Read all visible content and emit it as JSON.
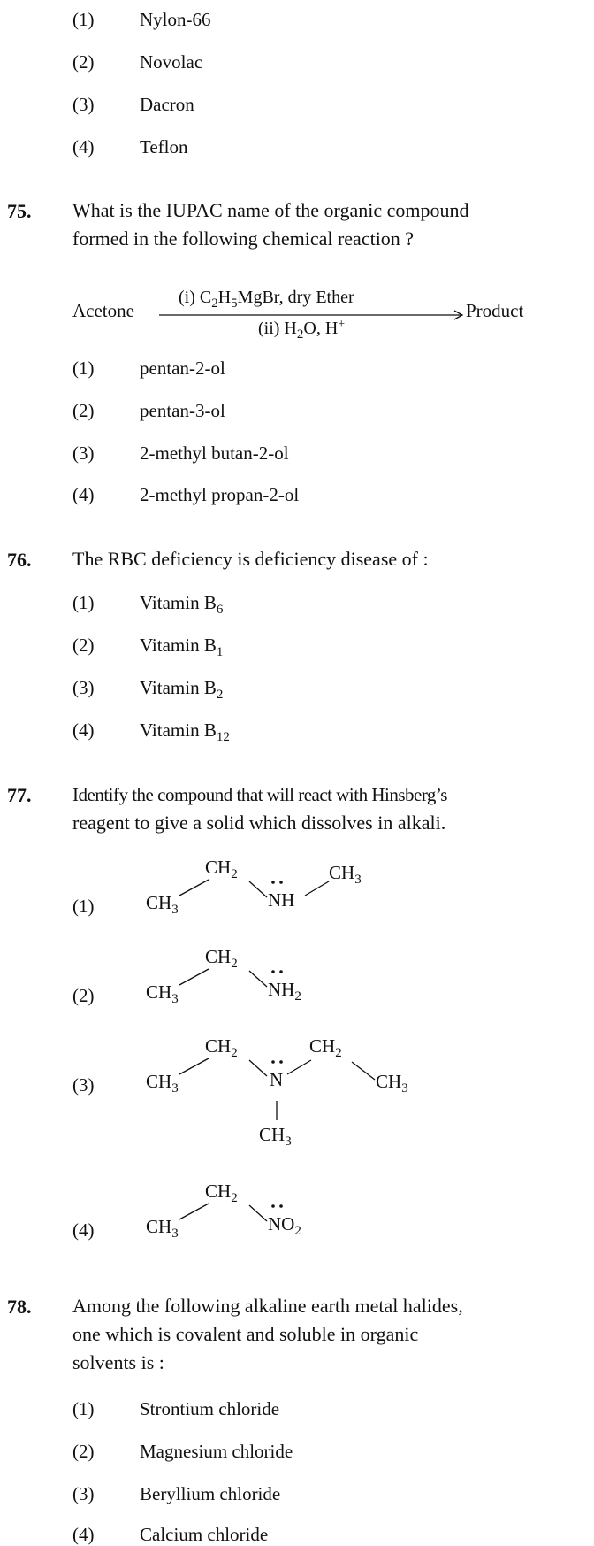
{
  "q74": {
    "options": [
      {
        "num": "(1)",
        "text": "Nylon-66"
      },
      {
        "num": "(2)",
        "text": "Novolac"
      },
      {
        "num": "(3)",
        "text": "Dacron"
      },
      {
        "num": "(4)",
        "text": "Teflon"
      }
    ]
  },
  "q75": {
    "number": "75.",
    "line1": "What is the IUPAC name of the organic compound",
    "line2": "formed in the following chemical reaction ?",
    "reaction": {
      "reactant": "Acetone",
      "product": "Product",
      "above_prefix": "(i) C",
      "above_s1": "2",
      "above_mid": "H",
      "above_s2": "5",
      "above_suffix": "MgBr, dry Ether",
      "below_prefix": "(ii) H",
      "below_sub": "2",
      "below_mid": "O, H",
      "below_sup": "+"
    },
    "options": [
      {
        "num": "(1)",
        "text": "pentan-2-ol"
      },
      {
        "num": "(2)",
        "text": "pentan-3-ol"
      },
      {
        "num": "(3)",
        "text": "2-methyl butan-2-ol"
      },
      {
        "num": "(4)",
        "text": "2-methyl propan-2-ol"
      }
    ]
  },
  "q76": {
    "number": "76.",
    "line1": "The RBC deficiency is deficiency disease of :",
    "options": [
      {
        "num": "(1)",
        "text": "Vitamin B",
        "sub": "6"
      },
      {
        "num": "(2)",
        "text": "Vitamin B",
        "sub": "1"
      },
      {
        "num": "(3)",
        "text": "Vitamin B",
        "sub": "2"
      },
      {
        "num": "(4)",
        "text": "Vitamin B",
        "sub": "12"
      }
    ]
  },
  "q77": {
    "number": "77.",
    "line1": "Identify the compound that will react with Hinsberg’s",
    "line2": "reagent to give a solid which dissolves in alkali.",
    "option_nums": [
      "(1)",
      "(2)",
      "(3)",
      "(4)"
    ],
    "chem": {
      "ch": "CH",
      "two": "2",
      "three": "3",
      "nh": "NH",
      "n": "N",
      "no": "NO"
    }
  },
  "q78": {
    "number": "78.",
    "line1": "Among the following alkaline earth metal halides,",
    "line2": "one which is covalent and soluble in organic",
    "line3": "solvents is :",
    "options": [
      {
        "num": "(1)",
        "text": "Strontium chloride"
      },
      {
        "num": "(2)",
        "text": "Magnesium chloride"
      },
      {
        "num": "(3)",
        "text": "Beryllium chloride"
      },
      {
        "num": "(4)",
        "text": "Calcium chloride"
      }
    ]
  }
}
